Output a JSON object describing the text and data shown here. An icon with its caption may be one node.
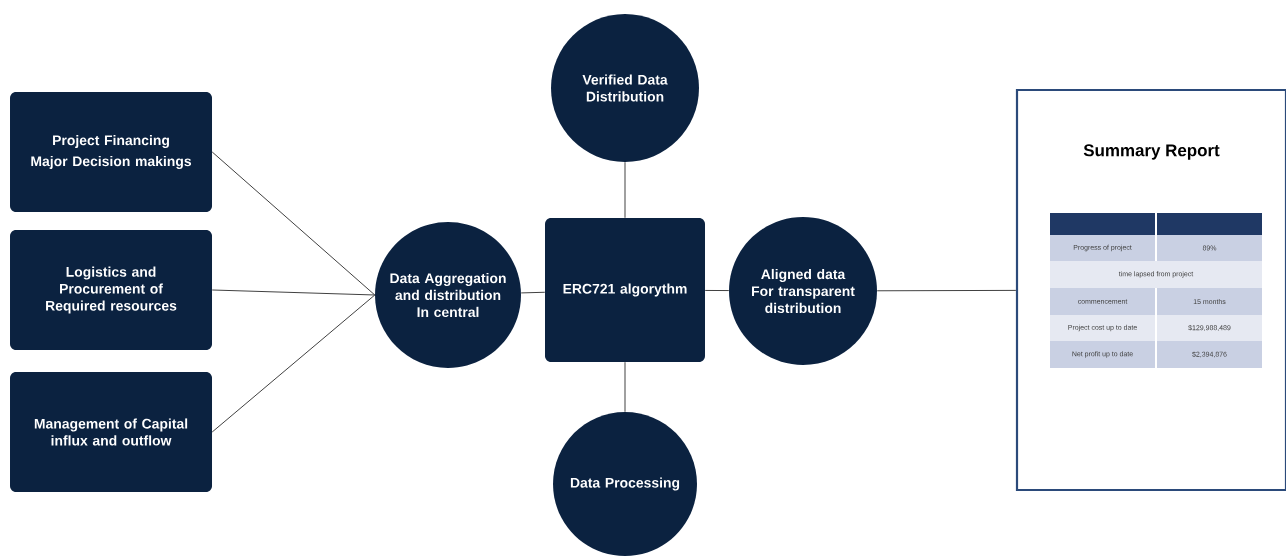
{
  "diagram": {
    "nodes": [
      {
        "text": [
          "Project Financing",
          "Major Decision makings"
        ]
      },
      {
        "text": [
          "Logistics and Procurement of Required resources"
        ]
      },
      {
        "text": [
          "Management of Capital influx and outflow"
        ]
      },
      {
        "text": [
          "Data Aggregation and distribution In central"
        ]
      },
      {
        "text": [
          "Verified Data Distribution"
        ]
      },
      {
        "text": [
          "ERC721 algorythm"
        ]
      },
      {
        "text": [
          "Aligned data For transparent distribution"
        ]
      },
      {
        "text": [
          "Data Processing"
        ]
      },
      {
        "text": [
          "Summary Report"
        ]
      }
    ],
    "edges": [
      {
        "from": 0,
        "to": 3,
        "arrow": "none"
      },
      {
        "from": 1,
        "to": 3,
        "arrow": "none"
      },
      {
        "from": 2,
        "to": 3,
        "arrow": "none"
      },
      {
        "from": 3,
        "to": 5,
        "arrow": "none"
      },
      {
        "from": 4,
        "to": 5,
        "arrow": "none"
      },
      {
        "from": 5,
        "to": 7,
        "arrow": "none"
      },
      {
        "from": 5,
        "to": 6,
        "arrow": "none"
      },
      {
        "from": 6,
        "to": 8,
        "arrow": "none"
      }
    ],
    "labels": [
      "Progress of project",
      "89%",
      "time lapsed from project",
      "commencement",
      "15 months",
      "Project cost up to date",
      "$129,988,489",
      "Net profit up to date",
      "$2,394,876"
    ]
  }
}
